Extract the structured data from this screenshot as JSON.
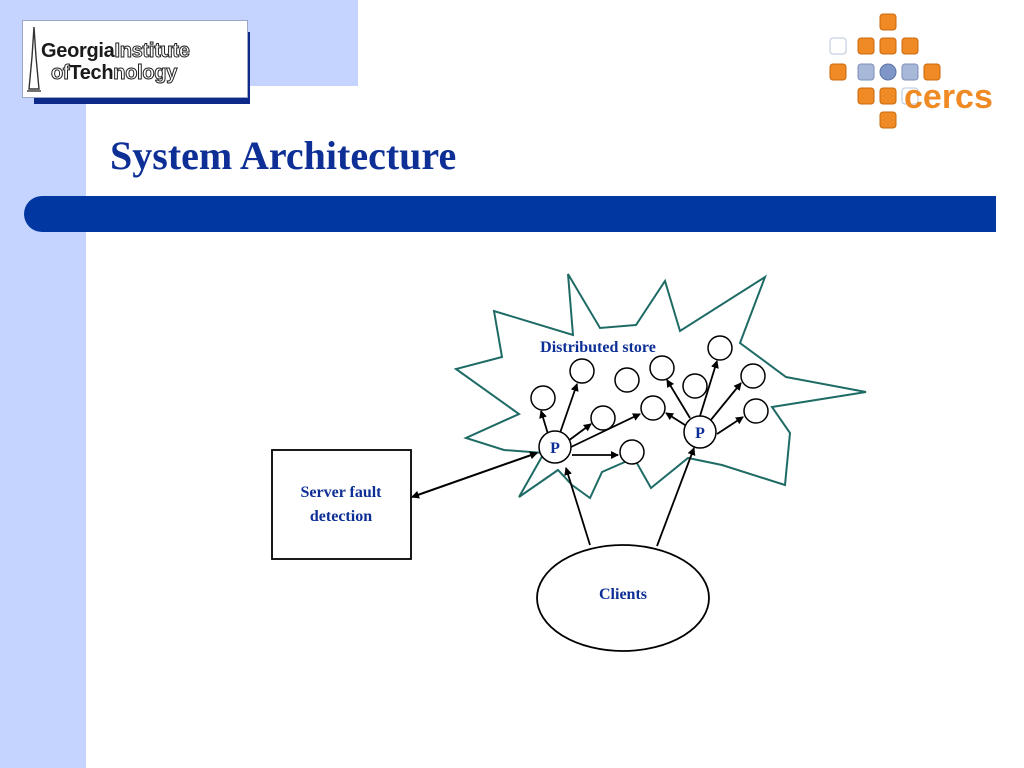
{
  "header": {
    "title": "System Architecture",
    "gt_logo": {
      "line1_bold": "Georgia",
      "line1_outline": "Institute",
      "line2_outline_a": "of",
      "line2_bold": "Tech",
      "line2_outline_b": "nology"
    },
    "cercs_logo": {
      "text": "cercs",
      "color": "#f08a24"
    }
  },
  "diagram": {
    "cloud_label": "Distributed store",
    "proxy_left_label": "P",
    "proxy_right_label": "P",
    "fault_box_line1": "Server fault",
    "fault_box_line2": "detection",
    "clients_label": "Clients",
    "colors": {
      "cloud_stroke": "#1e6b66",
      "accent_text": "#0d2f96",
      "title_bar": "#0037a0"
    }
  }
}
